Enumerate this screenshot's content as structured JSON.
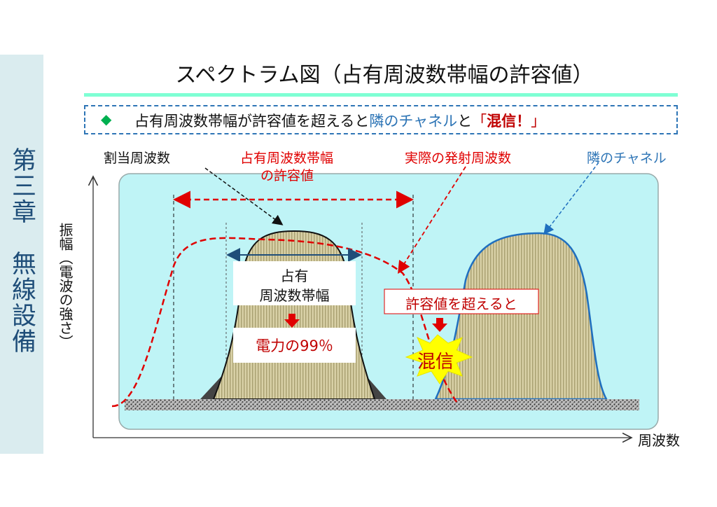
{
  "side": {
    "chapter_title": "第三章　無線設備"
  },
  "title": "スペクトラム図（占有周波数帯幅の許容値）",
  "subtitle": {
    "bullet": "◆",
    "text_1": "占有周波数帯幅が許容値を超えると",
    "text_blue": "隣のチャネル",
    "text_2": "と",
    "text_red_open": "「",
    "text_red_bold": "混信！",
    "text_red_close": "」"
  },
  "labels": {
    "assigned_freq": "割当周波数",
    "occupied_allow_line1": "占有周波数帯幅",
    "occupied_allow_line2": "の許容値",
    "actual_freq": "実際の発射周波数",
    "adjacent_channel": "隣のチャネル",
    "y_axis": "振幅（電波の強さ）",
    "x_axis": "周波数",
    "occupied_line1": "占有",
    "occupied_line2": "周波数帯幅",
    "power_99": "電力の99％",
    "exceed": "許容値を超えると",
    "interference": "混信"
  },
  "colors": {
    "accent_teal": "#7fffd4",
    "panel_bg": "#bff4f6",
    "dashed_blue": "#2e75b6",
    "dashed_red": "#e00000",
    "curve_blue": "#1f6fbf",
    "spectrum_fill": "#cfc79a",
    "star_yellow": "#ffff00",
    "title_blue": "#1f4e79"
  }
}
